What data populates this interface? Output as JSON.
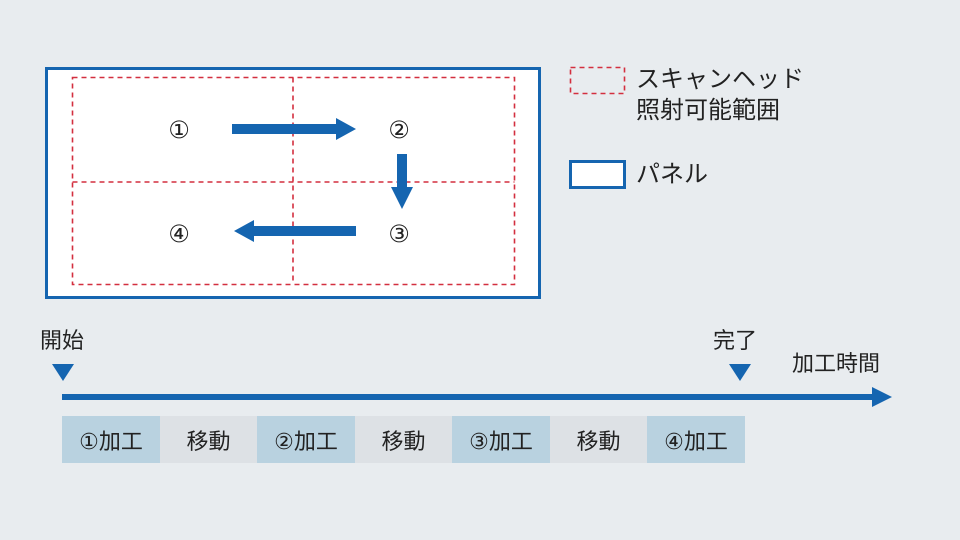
{
  "diagram": {
    "cells": [
      {
        "label": "①"
      },
      {
        "label": "②"
      },
      {
        "label": "③"
      },
      {
        "label": "④"
      }
    ],
    "legend": {
      "scan_area": {
        "line1": "スキャンヘッド",
        "line2": "照射可能範囲"
      },
      "panel": "パネル"
    },
    "timeline": {
      "start": "開始",
      "end": "完了",
      "axis": "加工時間",
      "segments": [
        {
          "label": "①加工",
          "kind": "process"
        },
        {
          "label": "移動",
          "kind": "move"
        },
        {
          "label": "②加工",
          "kind": "process"
        },
        {
          "label": "移動",
          "kind": "move"
        },
        {
          "label": "③加工",
          "kind": "process"
        },
        {
          "label": "移動",
          "kind": "move"
        },
        {
          "label": "④加工",
          "kind": "process"
        }
      ]
    },
    "colors": {
      "panel": "#1565b0",
      "dashed": "#d32f3f",
      "arrow": "#1565b0",
      "process_bg": "#b9d2e0",
      "move_bg": "#dde1e5"
    }
  }
}
